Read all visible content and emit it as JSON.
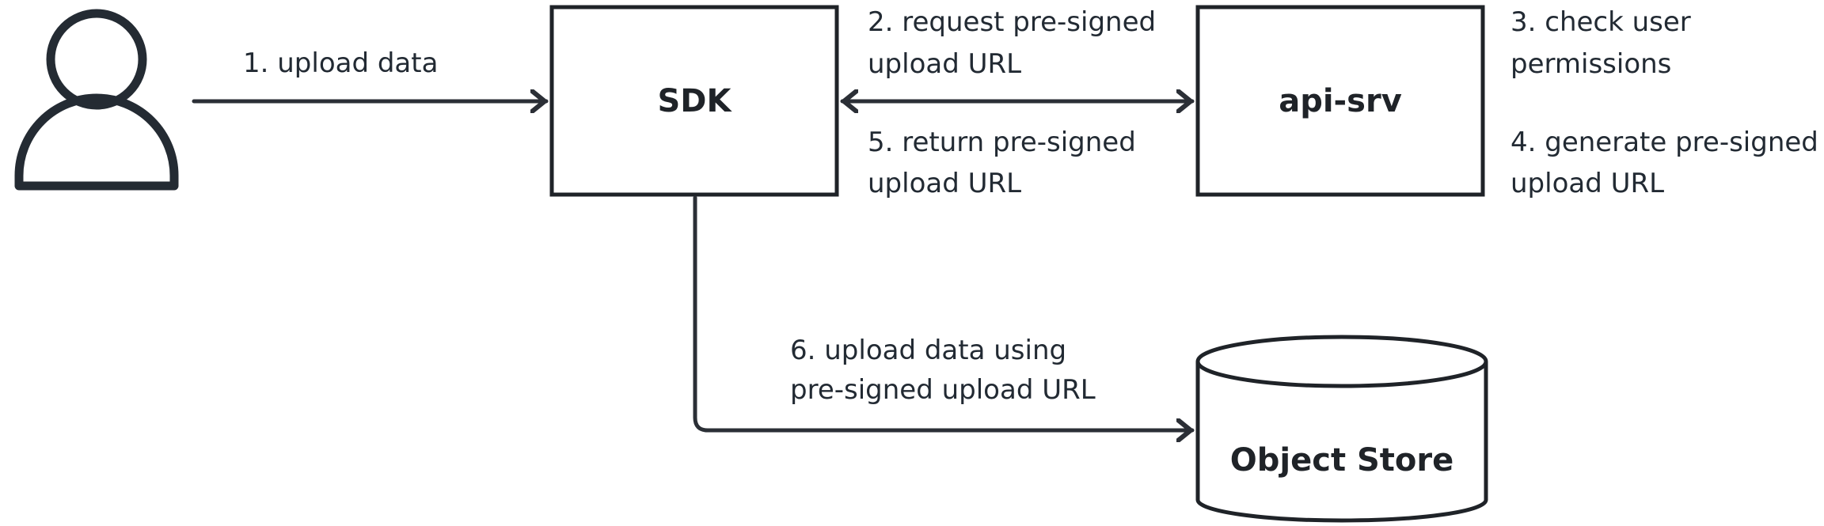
{
  "nodes": {
    "sdk": "SDK",
    "api": "api-srv",
    "store": "Object Store"
  },
  "actor": {
    "icon": "user-icon"
  },
  "steps": {
    "s1": "1. upload data",
    "s2": [
      "2. request pre-signed",
      "upload URL"
    ],
    "s3": [
      "3. check user",
      "permissions"
    ],
    "s4": [
      "4. generate pre-signed",
      "upload URL"
    ],
    "s5": [
      "5. return pre-signed",
      "upload URL"
    ],
    "s6": [
      "6. upload data using",
      "pre-signed upload URL"
    ]
  },
  "colors": {
    "stroke": "#2b2f36",
    "text": "#222a33",
    "background": "#ffffff"
  }
}
